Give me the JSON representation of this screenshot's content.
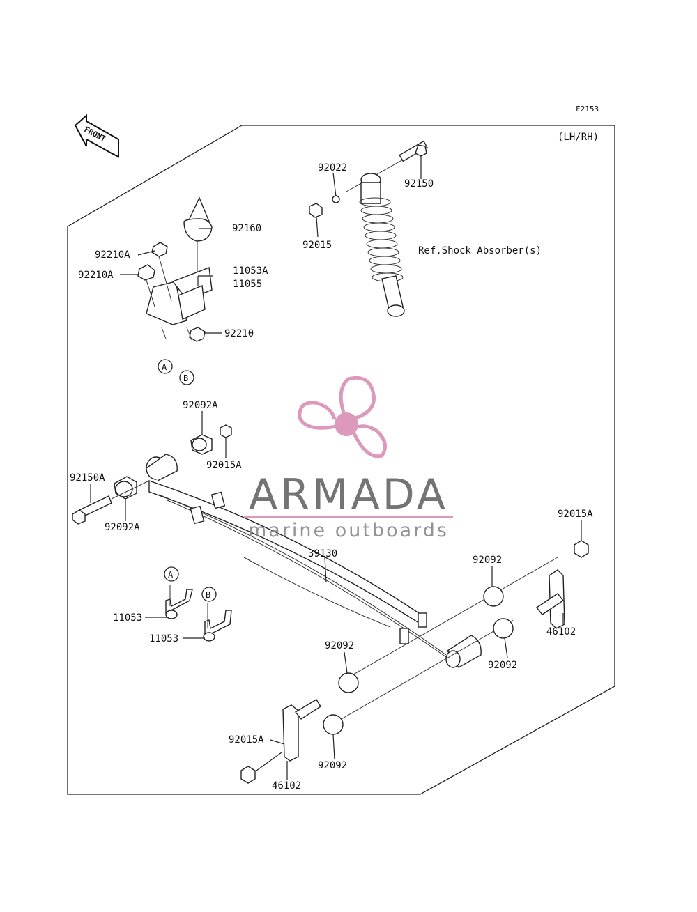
{
  "figure_code": "F2153",
  "side_note": "(LH/RH)",
  "front_arrow_text": "FRONT",
  "ref_note": "Ref.Shock Absorber(s)",
  "circle_refs": [
    "A",
    "B"
  ],
  "watermark": {
    "brand": "ARMADA",
    "tagline": "marine outboards",
    "color": "#d98fb4"
  },
  "parts": {
    "p92022": "92022",
    "p92150": "92150",
    "p92015": "92015",
    "p92160": "92160",
    "p92210A_a": "92210A",
    "p92210A_b": "92210A",
    "p11053A": "11053A",
    "p11055": "11055",
    "p92210": "92210",
    "p92092A_a": "92092A",
    "p92015A_a": "92015A",
    "p92150A": "92150A",
    "p92092A_b": "92092A",
    "p92015A_b": "92015A",
    "p39130": "39130",
    "p92092_a": "92092",
    "p46102_a": "46102",
    "p92092_b": "92092",
    "p92092_c": "92092",
    "p11053_a": "11053",
    "p11053_b": "11053",
    "p92015A_c": "92015A",
    "p92092_d": "92092",
    "p46102_b": "46102"
  }
}
